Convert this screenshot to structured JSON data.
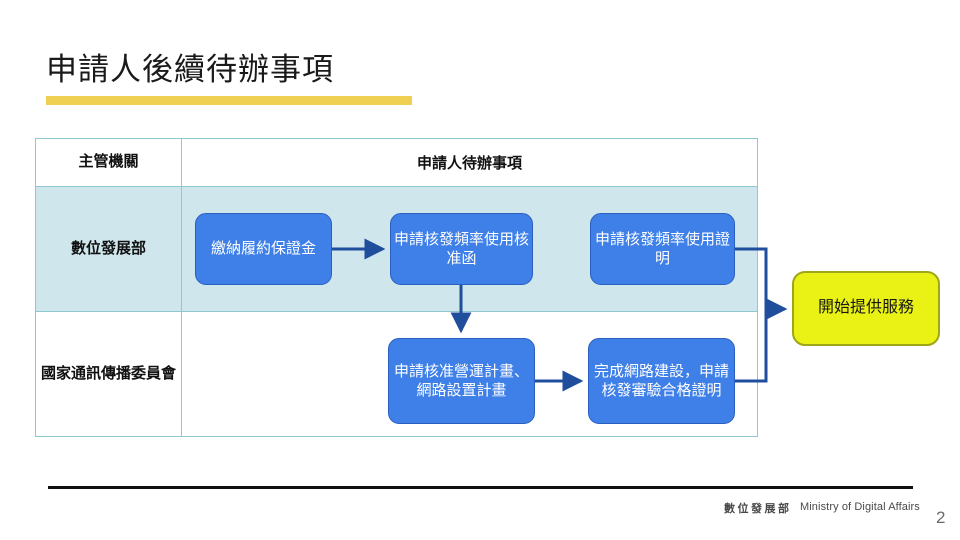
{
  "slide": {
    "title": "申請人後續待辦事項",
    "page_number": "2",
    "accent_yellow": "#EFD053",
    "table_border": "#8FC9CF",
    "row_highlight": "#CFE7EC",
    "node_blue": "#3E7FE8",
    "node_yellow": "#EAF215",
    "connector": "#1F4E9C"
  },
  "table": {
    "headers": [
      "主管機關",
      "申請人待辦事項"
    ],
    "rows": [
      {
        "agency": "數位發展部"
      },
      {
        "agency": "國家通訊傳播委員會"
      }
    ]
  },
  "flow": {
    "nodes": [
      {
        "id": "pay",
        "label": "繳納履約保證金"
      },
      {
        "id": "apply",
        "label": "申請核發頻率使用核准函"
      },
      {
        "id": "cert",
        "label": "申請核發頻率使用證明"
      },
      {
        "id": "plan",
        "label": "申請核准營運計畫、網路設置計畫"
      },
      {
        "id": "network",
        "label": "完成網路建設，申請核發審驗合格證明"
      },
      {
        "id": "service",
        "label": "開始提供服務"
      }
    ]
  },
  "footer": {
    "logo_cn": "數位發展部",
    "logo_en": "Ministry of Digital Affairs"
  }
}
